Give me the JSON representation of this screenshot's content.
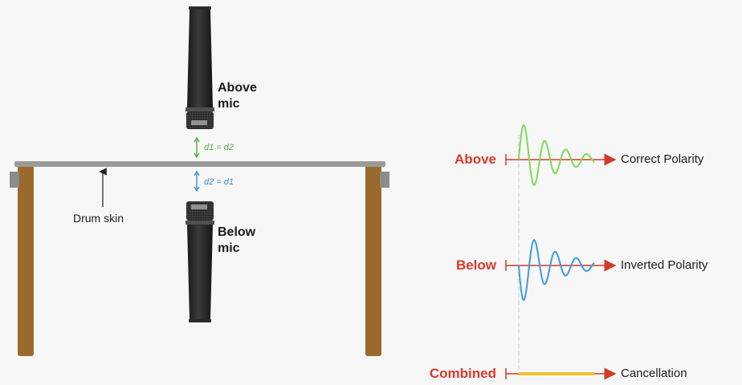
{
  "labels": {
    "above_mic": [
      "Above",
      "mic"
    ],
    "below_mic": [
      "Below",
      "mic"
    ],
    "d1": "d1 = d2",
    "d2": "d2 = d1",
    "drum_skin": "Drum skin"
  },
  "rows": [
    {
      "label": "Above",
      "polarity": "Correct Polarity",
      "wave": "green"
    },
    {
      "label": "Below",
      "polarity": "Inverted Polarity",
      "wave": "blue"
    },
    {
      "label": "Combined",
      "polarity": "Cancellation",
      "wave": "flat"
    }
  ],
  "colors": {
    "row_label": "#d93a2b",
    "axis_arrow": "#d23a2a",
    "wave_above": "#7ed957",
    "wave_below": "#3a9be0",
    "wave_combined": "#f2c230",
    "d1_text": "#4caf3a",
    "d2_text": "#3a8fd6",
    "drum_post": "#9a6a2c",
    "drum_skin": "#9a9a9a",
    "mic_body": "#2d2d2d"
  }
}
